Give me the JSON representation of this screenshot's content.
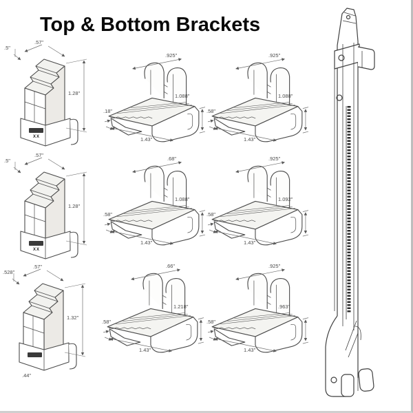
{
  "page": {
    "title": "Top & Bottom Brackets"
  },
  "colors": {
    "line": "#4a4a4a",
    "dim_label": "#4a4a4a",
    "title": "#0a0a0a",
    "frame": "#bdbdbd"
  },
  "top_brackets": [
    {
      "stamp": "XX",
      "dims": {
        "depth": ".5\"",
        "width": ".57\"",
        "height": "1.28\""
      }
    },
    {
      "stamp": "XX",
      "dims": {
        "depth": ".5\"",
        "width": ".57\"",
        "height": "1.28\""
      }
    },
    {
      "stamp": "",
      "dims": {
        "depth": ".528\"",
        "width": ".57\"",
        "height": "1.32\"",
        "base": ".44\""
      }
    }
  ],
  "bottom_brackets": [
    {
      "dims": {
        "top": ".925\"",
        "height": "1.088\"",
        "length": "1.43\"",
        "lip": ".18\""
      }
    },
    {
      "dims": {
        "top": ".925\"",
        "height": "1.088\"",
        "length": "1.43\"",
        "lip": ".58\""
      }
    },
    {
      "dims": {
        "top": ".68\"",
        "height": "1.088\"",
        "length": "1.43\"",
        "lip": ".58\""
      }
    },
    {
      "dims": {
        "top": ".925\"",
        "height": "1.092\"",
        "length": "1.43\"",
        "lip": ".58\""
      }
    },
    {
      "dims": {
        "top": ".66\"",
        "height": "1.218\"",
        "length": "1.43\"",
        "lip": ".58\""
      }
    },
    {
      "dims": {
        "top": ".925\"",
        "height": ".963\"",
        "length": "1.43\"",
        "lip": ".58\""
      }
    }
  ]
}
